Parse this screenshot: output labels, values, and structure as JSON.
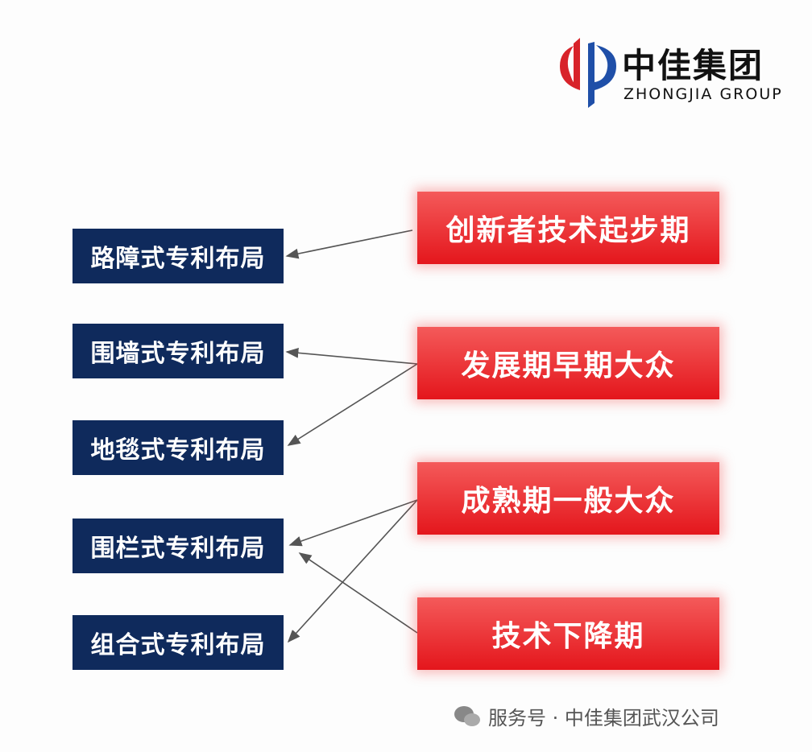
{
  "logo": {
    "name_cn": "中佳集团",
    "name_en": "ZHONGJIA GROUP"
  },
  "left_boxes": [
    "路障式专利布局",
    "围墙式专利布局",
    "地毯式专利布局",
    "围栏式专利布局",
    "组合式专利布局"
  ],
  "right_boxes": [
    "创新者技术起步期",
    "发展期早期大众",
    "成熟期一般大众",
    "技术下降期"
  ],
  "watermark": "服务号 · 中佳集团武汉公司",
  "colors": {
    "navy": "#0f2a5c",
    "red": "#e4161c"
  }
}
